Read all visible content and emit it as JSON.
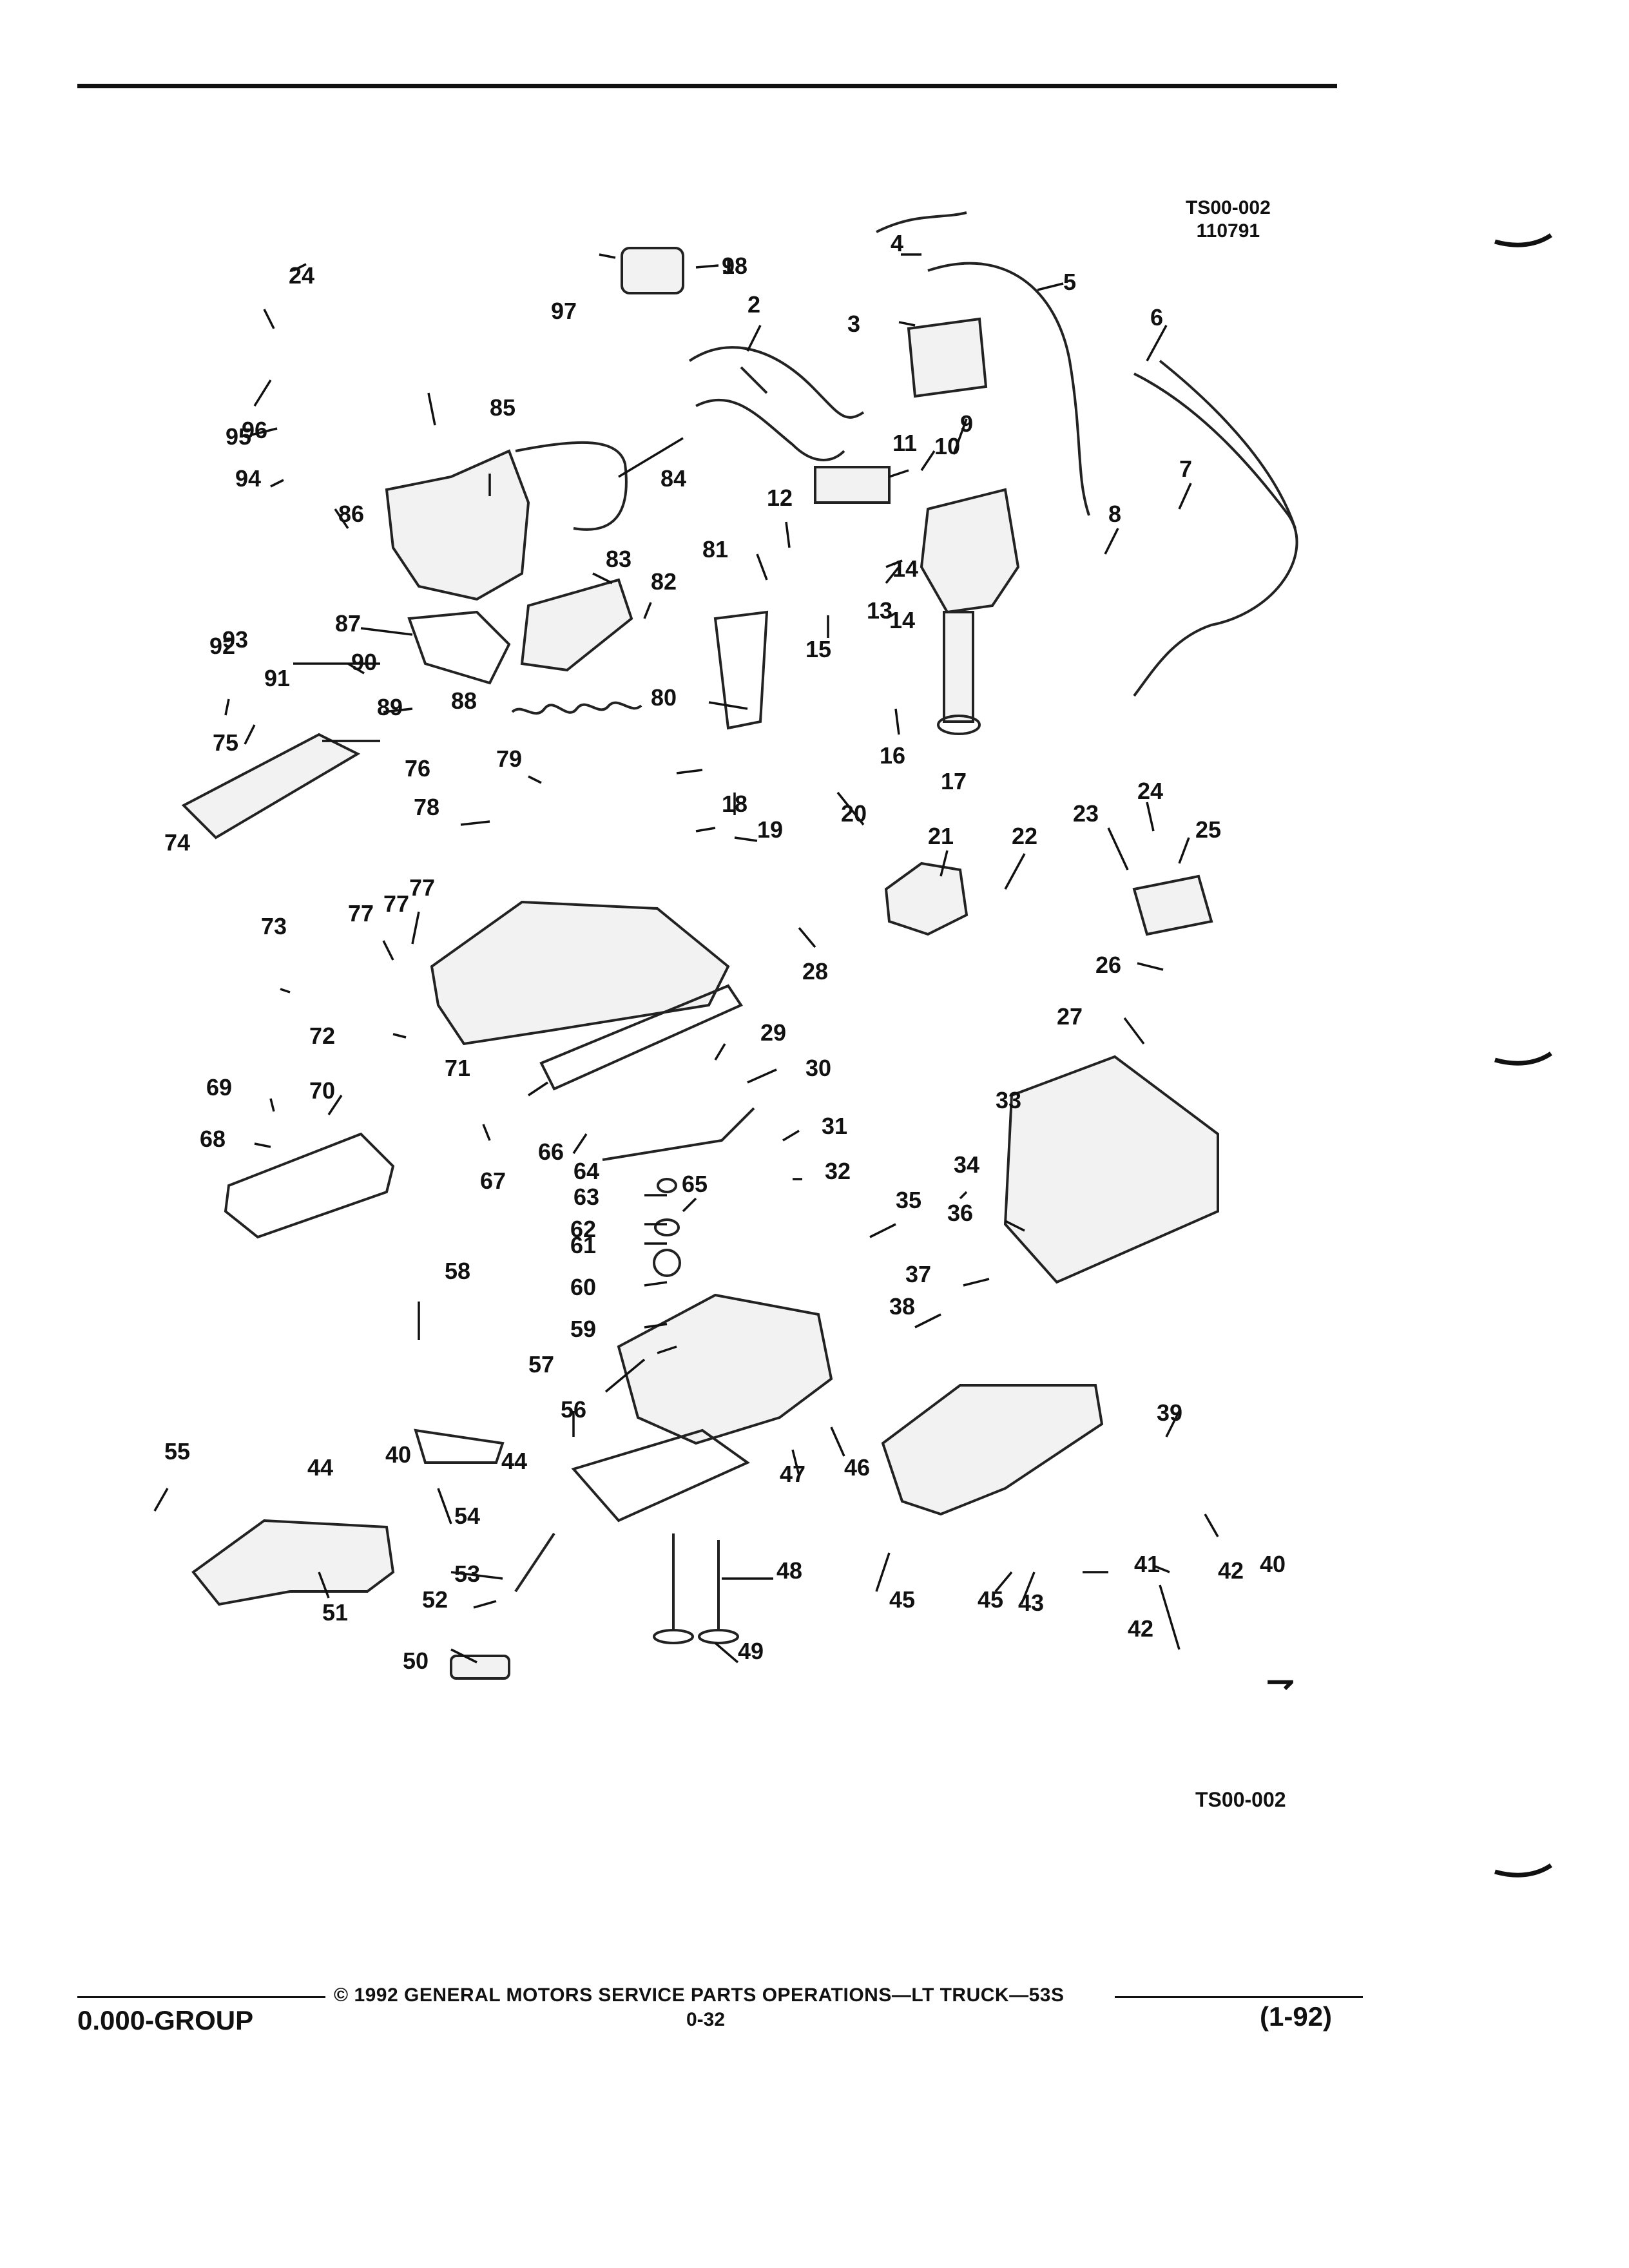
{
  "figure": {
    "code": "TS00-002",
    "date_code": "110791",
    "code_bottom": "TS00-002"
  },
  "callouts": [
    "1",
    "2",
    "3",
    "4",
    "5",
    "6",
    "7",
    "8",
    "9",
    "10",
    "11",
    "12",
    "13",
    "14",
    "14",
    "15",
    "16",
    "17",
    "18",
    "19",
    "20",
    "21",
    "22",
    "23",
    "24",
    "24",
    "25",
    "26",
    "27",
    "28",
    "29",
    "30",
    "31",
    "32",
    "33",
    "34",
    "35",
    "36",
    "37",
    "38",
    "39",
    "40",
    "40",
    "41",
    "42",
    "42",
    "43",
    "44",
    "44",
    "45",
    "45",
    "46",
    "47",
    "48",
    "49",
    "50",
    "51",
    "52",
    "53",
    "54",
    "55",
    "56",
    "57",
    "58",
    "59",
    "60",
    "61",
    "62",
    "63",
    "64",
    "65",
    "66",
    "67",
    "68",
    "69",
    "70",
    "71",
    "72",
    "73",
    "74",
    "75",
    "76",
    "77",
    "77",
    "77",
    "78",
    "79",
    "80",
    "81",
    "82",
    "83",
    "84",
    "85",
    "86",
    "87",
    "88",
    "89",
    "90",
    "91",
    "92",
    "93",
    "94",
    "95",
    "96",
    "97",
    "98"
  ],
  "footer": {
    "copyright": "© 1992 GENERAL MOTORS SERVICE PARTS OPERATIONS—LT TRUCK—53S",
    "group": "0.000-GROUP",
    "page": "0-32",
    "revision": "(1-92)"
  }
}
